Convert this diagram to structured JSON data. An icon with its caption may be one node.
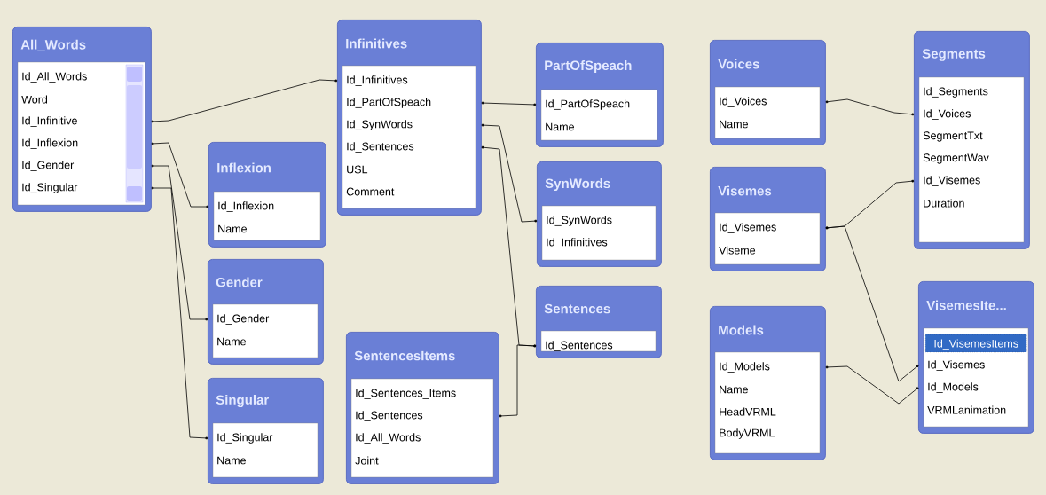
{
  "diagram": {
    "nodes": [
      {
        "text": [
          "All_Words",
          "Id_All_Words",
          "Word",
          "Id_Infinitive",
          "Id_Inflexion",
          "Id_Gender",
          "Id_Singular"
        ]
      },
      {
        "text": [
          "Infinitives",
          "Id_Infinitives",
          "Id_PartOfSpeach",
          "Id_SynWords",
          "Id_Sentences",
          "USL",
          "Comment"
        ]
      },
      {
        "text": [
          "PartOfSpeach",
          "Id_PartOfSpeach",
          "Name"
        ]
      },
      {
        "text": [
          "Voices",
          "Id_Voices",
          "Name"
        ]
      },
      {
        "text": [
          "Segments",
          "Id_Segments",
          "Id_Voices",
          "SegmentTxt",
          "SegmentWav",
          "Id_Visemes",
          "Duration"
        ]
      },
      {
        "text": [
          "Inflexion",
          "Id_Inflexion",
          "Name"
        ]
      },
      {
        "text": [
          "SynWords",
          "Id_SynWords",
          "Id_Infinitives"
        ]
      },
      {
        "text": [
          "Visemes",
          "Id_Visemes",
          "Viseme"
        ]
      },
      {
        "text": [
          "Gender",
          "Id_Gender",
          "Name"
        ]
      },
      {
        "text": [
          "Sentences",
          "Id_Sentences"
        ]
      },
      {
        "text": [
          "SentencesItems",
          "Id_Sentences_Items",
          "Id_Sentences",
          "Id_All_Words",
          "Joint"
        ]
      },
      {
        "text": [
          "Models",
          "Id_Models",
          "Name",
          "HeadVRML",
          "BodyVRML"
        ]
      },
      {
        "text": [
          "VisemesIte...",
          "Id_VisemesItems",
          "Id_Visemes",
          "Id_Models",
          "VRMLanimation"
        ]
      },
      {
        "text": [
          "Singular",
          "Id_Singular",
          "Name"
        ]
      }
    ],
    "edges": [
      {
        "from": 0,
        "to": 1,
        "arrow": "other"
      },
      {
        "from": 0,
        "to": 5,
        "arrow": "other"
      },
      {
        "from": 0,
        "to": 8,
        "arrow": "other"
      },
      {
        "from": 0,
        "to": 13,
        "arrow": "other"
      },
      {
        "from": 1,
        "to": 2,
        "arrow": "other"
      },
      {
        "from": 1,
        "to": 6,
        "arrow": "other"
      },
      {
        "from": 1,
        "to": 9,
        "arrow": "other"
      },
      {
        "from": 10,
        "to": 9,
        "arrow": "other"
      },
      {
        "from": 3,
        "to": 4,
        "arrow": "other"
      },
      {
        "from": 7,
        "to": 4,
        "arrow": "other"
      },
      {
        "from": 7,
        "to": 12,
        "arrow": "other"
      },
      {
        "from": 11,
        "to": 12,
        "arrow": "other"
      }
    ]
  }
}
